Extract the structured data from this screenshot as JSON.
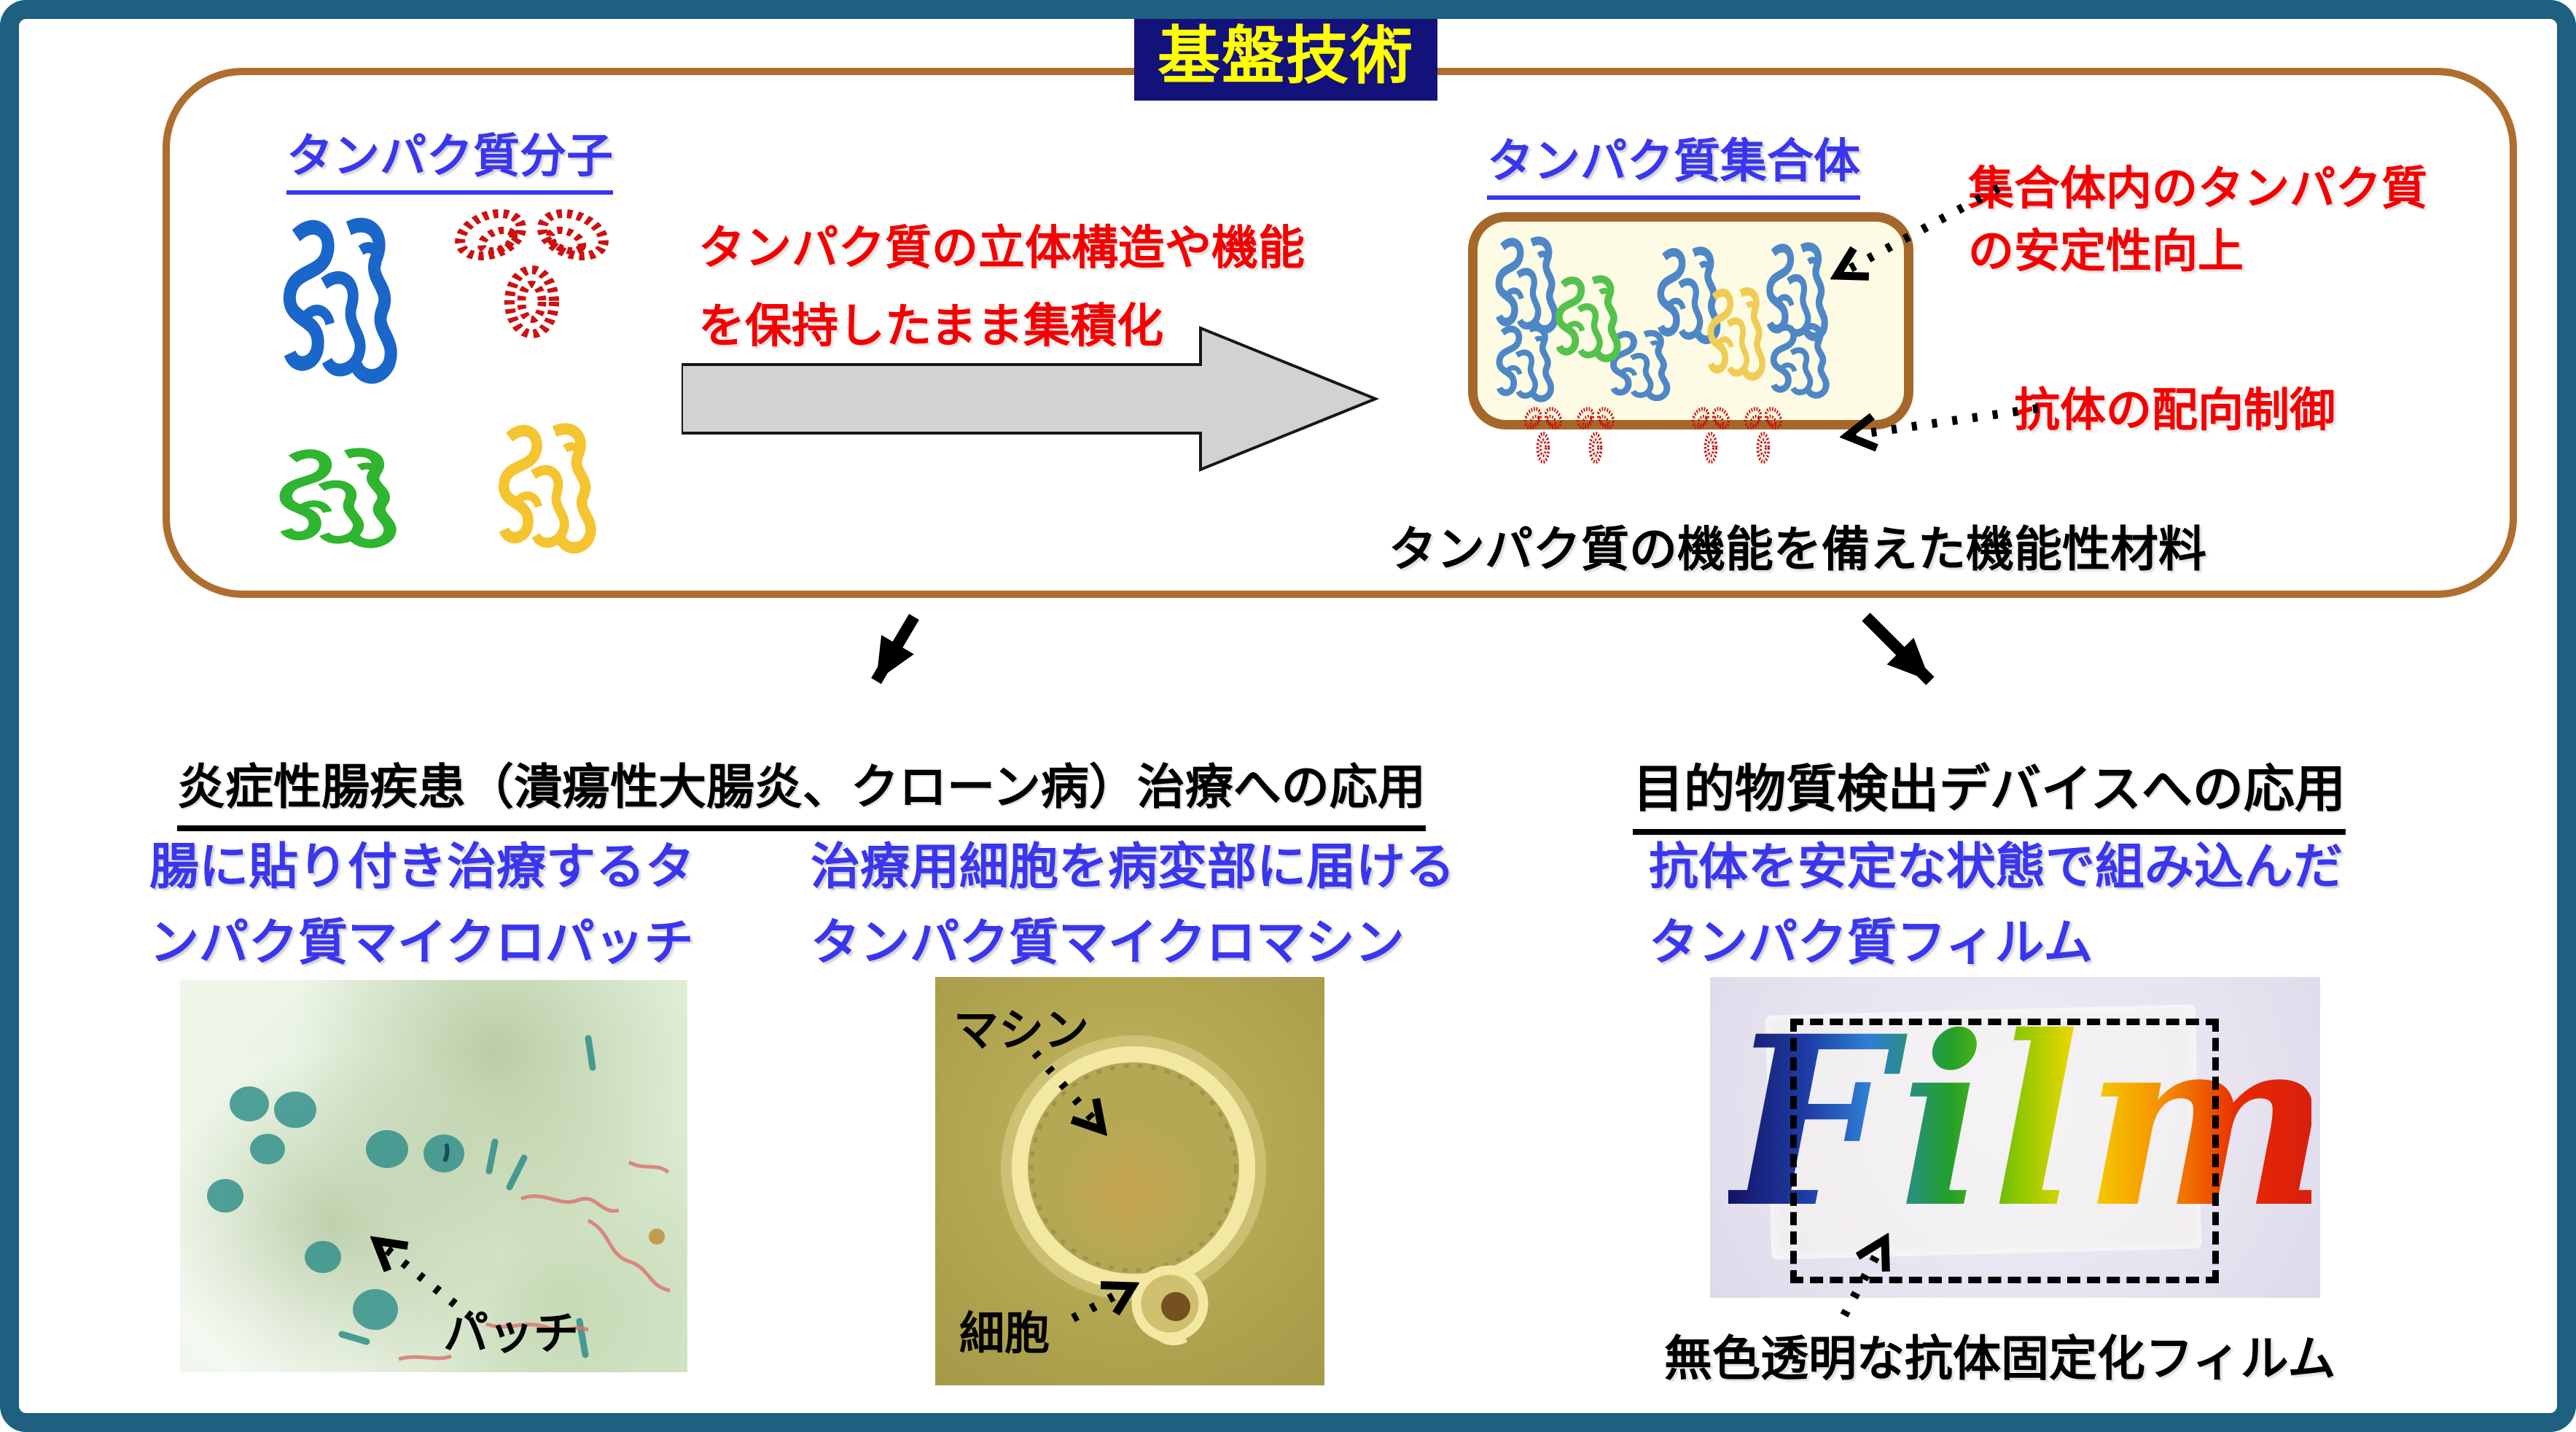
{
  "title": "基盤技術",
  "overview": {
    "molecules_label": "タンパク質分子",
    "assembly_label": "タンパク質集合体",
    "process": {
      "lines": [
        "タンパク質の立体構造や機能",
        "を保持したまま集積化"
      ]
    },
    "stability_note": {
      "lines": [
        "集合体内のタンパク質",
        "の安定性向上"
      ]
    },
    "orientation_note": "抗体の配向制御",
    "material_caption": "タンパク質の機能を備えた機能性材料"
  },
  "left_app": {
    "heading": "炎症性腸疾患（潰瘍性大腸炎、クローン病）治療への応用",
    "patch": {
      "lines": [
        "腸に貼り付き治療するタ",
        "ンパク質マイクロパッチ"
      ],
      "photo_label": "パッチ"
    },
    "machine": {
      "lines": [
        "治療用細胞を病変部に届ける",
        "タンパク質マイクロマシン"
      ],
      "label_machine": "マシン",
      "label_cell": "細胞"
    }
  },
  "right_app": {
    "heading": "目的物質検出デバイスへの応用",
    "film": {
      "lines": [
        "抗体を安定な状態で組み込んだ",
        "タンパク質フィルム"
      ],
      "film_text": "Film",
      "caption": "無色透明な抗体固定化フィルム"
    }
  },
  "colors": {
    "outer_border": "#1F5F80",
    "main_box_border": "#AF6E2E",
    "title_bg": "#13117A",
    "title_text": "#FFFF00",
    "blue_text": "#3A36EE",
    "red_text": "#F40000",
    "assembly_box_bg": "#FDFBE4",
    "assembly_box_border": "#A5682A",
    "gray_arrow_fill": "#D2D2D2",
    "protein_blue": "#1B66C9",
    "protein_red": "#CC1111",
    "protein_green": "#2FB52F",
    "protein_yellow": "#F5C431"
  }
}
